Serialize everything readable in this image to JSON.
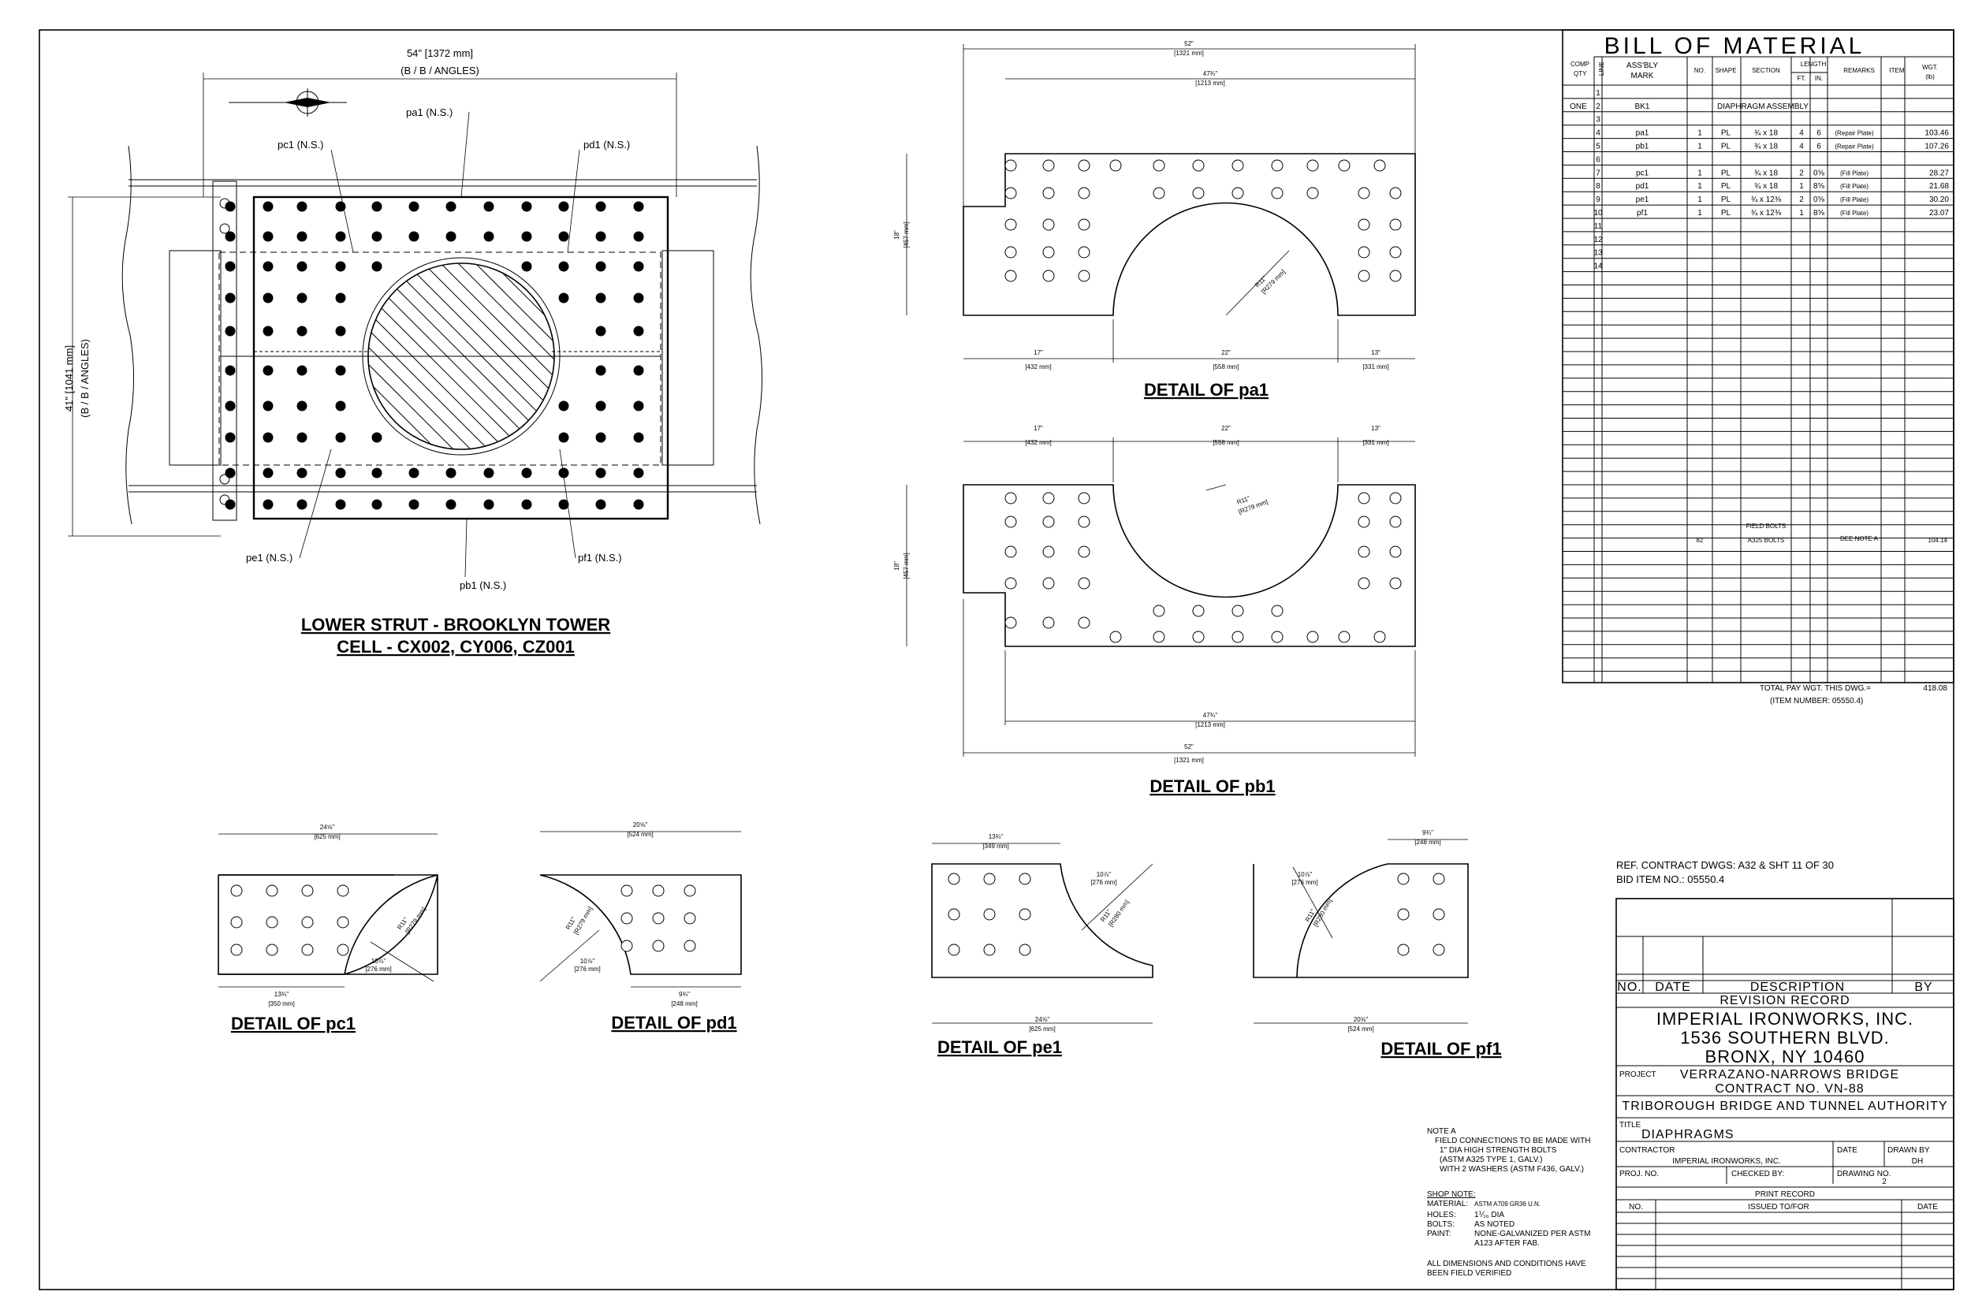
{
  "main_view": {
    "width_dim": "54\" [1372 mm]",
    "width_sub": "(B / B / ANGLES)",
    "height_dim": "41\" [1041 mm]",
    "height_sub": "(B / B / ANGLES)",
    "callouts": {
      "pa1": "pa1 (N.S.)",
      "pc1": "pc1 (N.S.)",
      "pd1": "pd1 (N.S.)",
      "pe1": "pe1 (N.S.)",
      "pf1": "pf1 (N.S.)",
      "pb1": "pb1 (N.S.)"
    },
    "title_line1": "LOWER STRUT - BROOKLYN TOWER",
    "title_line2": "CELL - CX002, CY006, CZ001"
  },
  "detail_pa1": {
    "title": "DETAIL OF pa1",
    "overall": "52\"",
    "overall_mm": "[1321 mm]",
    "inner": "47¾\"",
    "inner_mm": "[1213 mm]",
    "seg_left": "17\"",
    "seg_left_mm": "[432 mm]",
    "seg_mid": "22\"",
    "seg_mid_mm": "[558 mm]",
    "seg_right": "13\"",
    "seg_right_mm": "[331 mm]",
    "radius": "R11\"",
    "radius_mm": "[R279 mm]",
    "height": "18\"",
    "height_mm": "[457 mm]"
  },
  "detail_pb1": {
    "title": "DETAIL OF pb1",
    "overall": "52\"",
    "overall_mm": "[1321 mm]",
    "inner": "47¾\"",
    "inner_mm": "[1213 mm]",
    "seg_left": "17\"",
    "seg_left_mm": "[432 mm]",
    "seg_mid": "22\"",
    "seg_mid_mm": "[558 mm]",
    "seg_right": "13\"",
    "seg_right_mm": "[331 mm]",
    "radius": "R11\"",
    "radius_mm": "[R279 mm]",
    "height": "18\"",
    "height_mm": "[457 mm]"
  },
  "detail_pc1": {
    "title": "DETAIL OF pc1",
    "top": "24⅝\"",
    "top_mm": "[625 mm]",
    "bottom": "13¾\"",
    "bottom_mm": "[350 mm]",
    "radius": "R11\"",
    "radius_mm": "[R279 mm]",
    "arc": "10⅞\"",
    "arc_mm": "[276 mm]"
  },
  "detail_pd1": {
    "title": "DETAIL OF pd1",
    "top": "20⅝\"",
    "top_mm": "[524 mm]",
    "bottom": "9¾\"",
    "bottom_mm": "[248 mm]",
    "radius": "R11\"",
    "radius_mm": "[R279 mm]",
    "arc": "10⅞\"",
    "arc_mm": "[276 mm]"
  },
  "detail_pe1": {
    "title": "DETAIL OF pe1",
    "top": "13¾\"",
    "top_mm": "[349 mm]",
    "bottom": "24⅝\"",
    "bottom_mm": "[625 mm]",
    "radius": "R11\"",
    "radius_mm": "[R280 mm]",
    "arc": "10⅞\"",
    "arc_mm": "[276 mm]"
  },
  "detail_pf1": {
    "title": "DETAIL OF pf1",
    "top": "9¾\"",
    "top_mm": "[248 mm]",
    "bottom": "20⅝\"",
    "bottom_mm": "[524 mm]",
    "radius": "R11\"",
    "radius_mm": "[R280 mm]",
    "arc": "10⅞\"",
    "arc_mm": "[276 mm]"
  },
  "bom": {
    "title": "BILL OF MATERIAL",
    "headers": {
      "comp_qty": "COMP QTY",
      "line": "LINE",
      "mark": "ASS'BLY MARK",
      "no": "NO.",
      "shape": "SHAPE",
      "section": "SECTION",
      "length": "LENGTH",
      "ft": "FT.",
      "in": "IN.",
      "remarks": "REMARKS",
      "item": "ITEM",
      "wgt": "WGT. (lb)"
    },
    "rows": [
      {
        "qty": "",
        "line": "1",
        "mark": "",
        "no": "",
        "shape": "",
        "section": "",
        "ft": "",
        "in": "",
        "remarks": "",
        "wgt": ""
      },
      {
        "qty": "ONE",
        "line": "2",
        "mark": "BK1",
        "no": "",
        "shape": "",
        "section": "DIAPHRAGM ASSEMBLY",
        "ft": "",
        "in": "",
        "remarks": "",
        "wgt": ""
      },
      {
        "qty": "",
        "line": "3",
        "mark": "",
        "no": "",
        "shape": "",
        "section": "",
        "ft": "",
        "in": "",
        "remarks": "",
        "wgt": ""
      },
      {
        "qty": "",
        "line": "4",
        "mark": "pa1",
        "no": "1",
        "shape": "PL",
        "section": "¾ x 18",
        "ft": "4",
        "in": "6",
        "remarks": "(Repair Plate)",
        "wgt": "103.46"
      },
      {
        "qty": "",
        "line": "5",
        "mark": "pb1",
        "no": "1",
        "shape": "PL",
        "section": "¾ x 18",
        "ft": "4",
        "in": "6",
        "remarks": "(Repair Plate)",
        "wgt": "107.26"
      },
      {
        "qty": "",
        "line": "6",
        "mark": "",
        "no": "",
        "shape": "",
        "section": "",
        "ft": "",
        "in": "",
        "remarks": "",
        "wgt": ""
      },
      {
        "qty": "",
        "line": "7",
        "mark": "pc1",
        "no": "1",
        "shape": "PL",
        "section": "¾ x 18",
        "ft": "2",
        "in": "0⅝",
        "remarks": "(Fill Plate)",
        "wgt": "28.27"
      },
      {
        "qty": "",
        "line": "8",
        "mark": "pd1",
        "no": "1",
        "shape": "PL",
        "section": "¾ x 18",
        "ft": "1",
        "in": "8⅝",
        "remarks": "(Fill Plate)",
        "wgt": "21.68"
      },
      {
        "qty": "",
        "line": "9",
        "mark": "pe1",
        "no": "1",
        "shape": "PL",
        "section": "¾ x 12⅜",
        "ft": "2",
        "in": "0⅝",
        "remarks": "(Fill Plate)",
        "wgt": "30.20"
      },
      {
        "qty": "",
        "line": "10",
        "mark": "pf1",
        "no": "1",
        "shape": "PL",
        "section": "¾ x 12⅜",
        "ft": "1",
        "in": "8⅝",
        "remarks": "(Fill Plate)",
        "wgt": "23.07"
      },
      {
        "qty": "",
        "line": "11",
        "mark": "",
        "no": "",
        "shape": "",
        "section": "",
        "ft": "",
        "in": "",
        "remarks": "",
        "wgt": ""
      },
      {
        "qty": "",
        "line": "12",
        "mark": "",
        "no": "",
        "shape": "",
        "section": "",
        "ft": "",
        "in": "",
        "remarks": "",
        "wgt": ""
      },
      {
        "qty": "",
        "line": "13",
        "mark": "",
        "no": "",
        "shape": "",
        "section": "",
        "ft": "",
        "in": "",
        "remarks": "",
        "wgt": ""
      },
      {
        "qty": "",
        "line": "14",
        "mark": "",
        "no": "",
        "shape": "",
        "section": "",
        "ft": "",
        "in": "",
        "remarks": "",
        "wgt": ""
      }
    ],
    "field_bolts_label": "FIELD BOLTS",
    "bolts_no": "82",
    "bolts_section": "A325 BOLTS",
    "bolts_remarks": "DEE NOTE A",
    "bolts_wgt": "104.14",
    "total_label": "TOTAL PAY WGT. THIS DWG.=",
    "total_value": "418.08",
    "item_number": "(ITEM NUMBER: 05550.4)"
  },
  "refs": {
    "contract_dwgs": "REF. CONTRACT DWGS: A32 & SHT 11 OF 30",
    "bid_item": "BID ITEM NO.: 05550.4"
  },
  "title_block": {
    "rev_no": "NO.",
    "rev_date": "DATE",
    "rev_desc": "DESCRIPTION",
    "rev_by": "BY",
    "revision_record": "REVISION RECORD",
    "company": "IMPERIAL IRONWORKS, INC.",
    "address1": "1536 SOUTHERN BLVD.",
    "address2": "BRONX, NY 10460",
    "project_label": "PROJECT",
    "project_name": "VERRAZANO-NARROWS BRIDGE",
    "contract": "CONTRACT NO. VN-88",
    "authority": "TRIBOROUGH BRIDGE AND TUNNEL AUTHORITY",
    "title_label": "TITLE",
    "title_value": "DIAPHRAGMS",
    "contractor_label": "CONTRACTOR",
    "contractor_value": "IMPERIAL IRONWORKS, INC.",
    "date_label": "DATE",
    "drawn_by_label": "DRAWN BY",
    "drawn_by_value": "DH",
    "proj_no_label": "PROJ. NO.",
    "checked_by_label": "CHECKED BY:",
    "drawing_no_label": "DRAWING NO.",
    "drawing_no_value": "2",
    "print_record": "PRINT RECORD",
    "pr_no": "NO.",
    "pr_issued": "ISSUED TO/FOR",
    "pr_date": "DATE"
  },
  "notes": {
    "note_a_title": "NOTE A",
    "note_a_lines": [
      "FIELD CONNECTIONS TO BE MADE WITH",
      "1\" DIA HIGH STRENGTH BOLTS",
      "(ASTM A325 TYPE 1, GALV.)",
      "WITH 2 WASHERS (ASTM F436, GALV.)"
    ],
    "shop_note_title": "SHOP NOTE:",
    "material_label": "MATERIAL:",
    "material_value": "ASTM A709 GR36 U.N.",
    "holes_label": "HOLES:",
    "holes_value": "1⅟₁₆ DIA",
    "bolts_label": "BOLTS:",
    "bolts_value": "AS NOTED",
    "paint_label": "PAINT:",
    "paint_value1": "NONE-GALVANIZED PER ASTM",
    "paint_value2": "A123 AFTER FAB.",
    "dims_line1": "ALL DIMENSIONS AND CONDITIONS HAVE",
    "dims_line2": "BEEN FIELD VERIFIED"
  }
}
